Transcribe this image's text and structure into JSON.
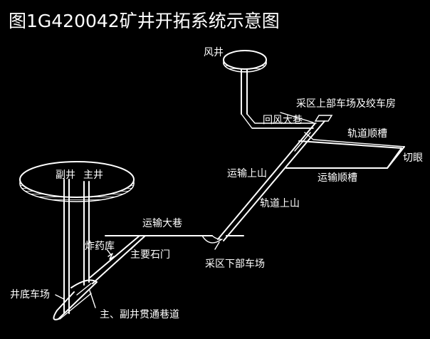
{
  "title": "图1G420042矿井开拓系统示意图",
  "labels": {
    "air_shaft": "风井",
    "upper_yard": "采区上部车场及绞车房",
    "return_roadway": "回风大巷",
    "track_trough": "轨道顺槽",
    "open_cut": "切眼",
    "haulage_uphill": "运输上山",
    "haulage_trough": "运输顺槽",
    "auxiliary_shaft": "副井",
    "main_shaft": "主井",
    "track_uphill": "轨道上山",
    "haulage_roadway": "运输大巷",
    "magazine": "炸药库",
    "main_crosscut": "主要石门",
    "lower_yard": "采区下部车场",
    "shaft_bottom_yard": "井底车场",
    "connecting_roadway": "主、副井贯通巷道"
  },
  "colors": {
    "background": "#000000",
    "foreground": "#ffffff"
  }
}
